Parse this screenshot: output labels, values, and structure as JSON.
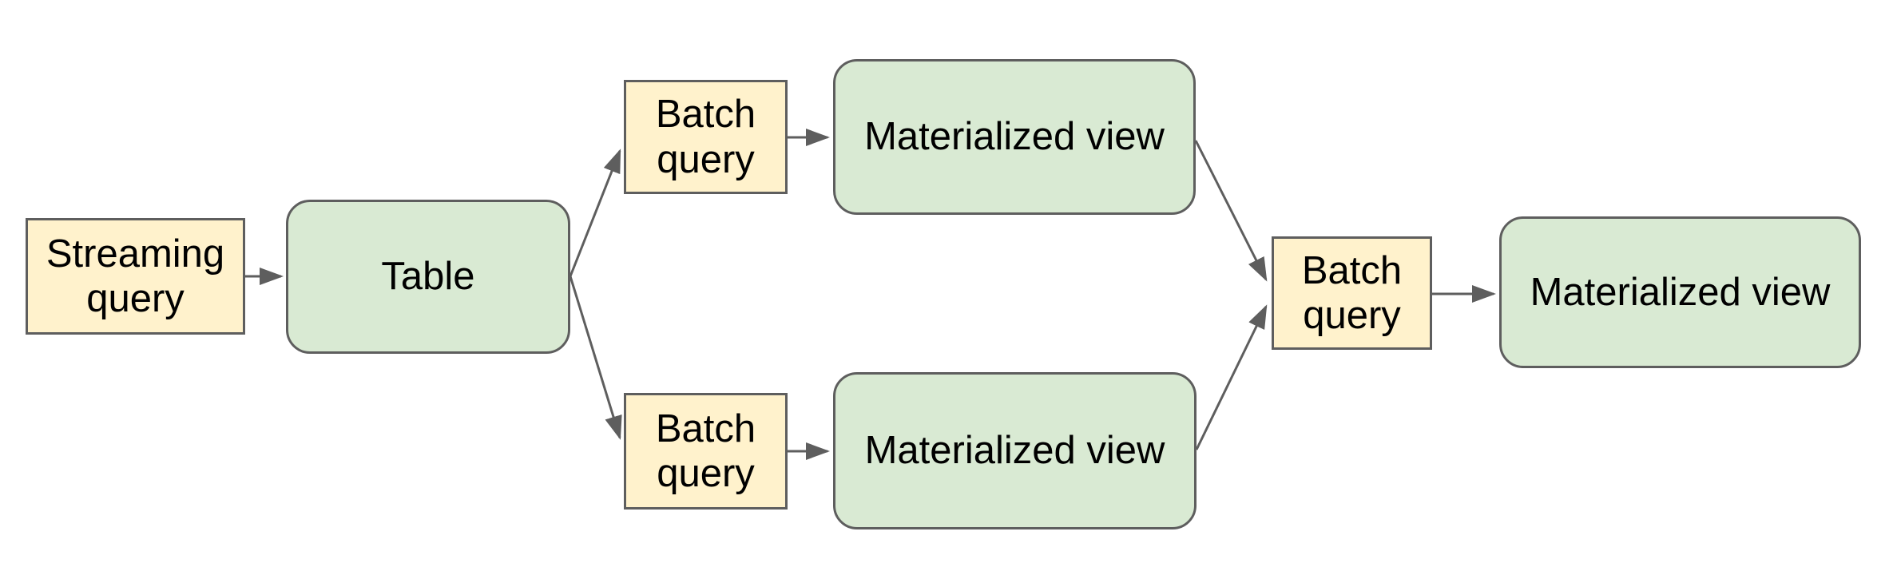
{
  "diagram": {
    "background": "#ffffff",
    "colors": {
      "query_box_fill": "#fff2cc",
      "view_box_fill": "#d9ead3",
      "stroke": "#5e5e5e",
      "text": "#000000"
    },
    "nodes": [
      {
        "id": "streaming-query",
        "label": "Streaming query",
        "kind": "query"
      },
      {
        "id": "table",
        "label": "Table",
        "kind": "table"
      },
      {
        "id": "batch-query-top",
        "label": "Batch query",
        "kind": "query"
      },
      {
        "id": "materialized-view-top",
        "label": "Materialized view",
        "kind": "view"
      },
      {
        "id": "batch-query-bottom",
        "label": "Batch query",
        "kind": "query"
      },
      {
        "id": "materialized-view-bottom",
        "label": "Materialized view",
        "kind": "view"
      },
      {
        "id": "batch-query-right",
        "label": "Batch query",
        "kind": "query"
      },
      {
        "id": "materialized-view-right",
        "label": "Materialized view",
        "kind": "view"
      }
    ],
    "edges": [
      {
        "from": "streaming-query",
        "to": "table"
      },
      {
        "from": "table",
        "to": "batch-query-top"
      },
      {
        "from": "table",
        "to": "batch-query-bottom"
      },
      {
        "from": "batch-query-top",
        "to": "materialized-view-top"
      },
      {
        "from": "batch-query-bottom",
        "to": "materialized-view-bottom"
      },
      {
        "from": "materialized-view-top",
        "to": "batch-query-right"
      },
      {
        "from": "materialized-view-bottom",
        "to": "batch-query-right"
      },
      {
        "from": "batch-query-right",
        "to": "materialized-view-right"
      }
    ]
  }
}
